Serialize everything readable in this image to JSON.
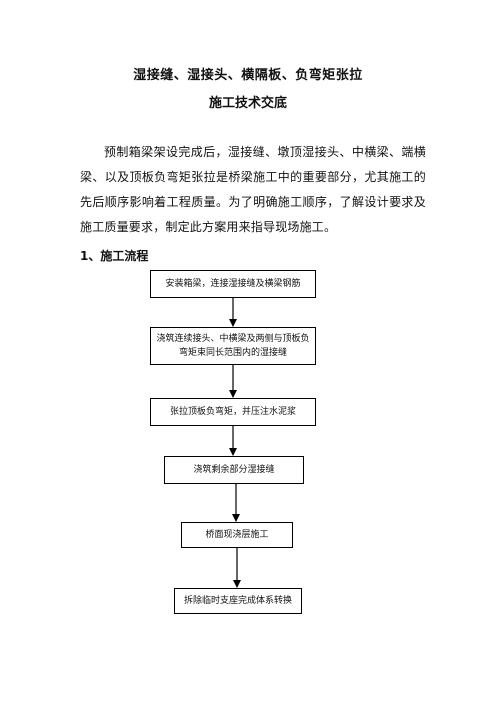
{
  "document": {
    "title_line1": "湿接缝、湿接头、横隔板、负弯矩张拉",
    "title_line2": "施工技术交底",
    "intro": "预制箱梁架设完成后，湿接缝、墩顶湿接头、中横梁、端横梁、以及顶板负弯矩张拉是桥梁施工中的重要部分，尤其施工的先后顺序影响着工程质量。为了明确施工顺序，了解设计要求及施工质量要求，制定此方案用来指导现场施工。",
    "section_heading": "1、施工流程"
  },
  "flowchart": {
    "steps": [
      "安装箱梁，连接湿接缝及横梁钢筋",
      "浇筑连续接头、中横梁及两侧与顶板负弯矩束同长范围内的湿接缝",
      "张拉顶板负弯矩，并压注水泥浆",
      "浇筑剩余部分湿接缝",
      "桥面现浇层施工",
      "拆除临时支座完成体系转换"
    ]
  }
}
